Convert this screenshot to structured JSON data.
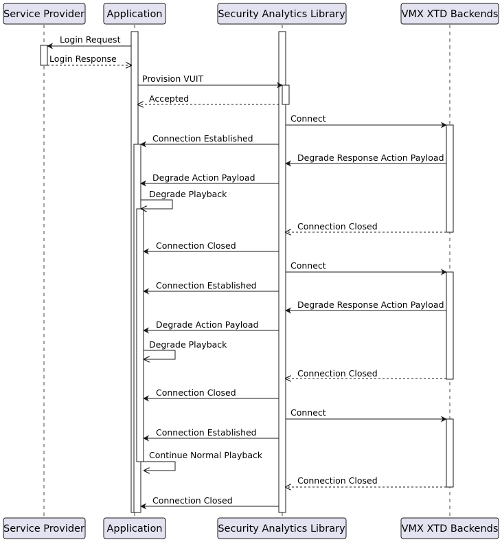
{
  "participants": [
    {
      "id": "sp",
      "label": "Service Provider"
    },
    {
      "id": "app",
      "label": "Application"
    },
    {
      "id": "sal",
      "label": "Security Analytics Library"
    },
    {
      "id": "vmx",
      "label": "VMX XTD Backends"
    }
  ],
  "messages": [
    {
      "from": "app",
      "to": "sp",
      "label": "Login Request",
      "style": "solid"
    },
    {
      "from": "sp",
      "to": "app",
      "label": "Login Response",
      "style": "dashed"
    },
    {
      "from": "app",
      "to": "sal",
      "label": "Provision VUIT",
      "style": "solid"
    },
    {
      "from": "sal",
      "to": "app",
      "label": "Accepted",
      "style": "dashed"
    },
    {
      "from": "sal",
      "to": "vmx",
      "label": "Connect",
      "style": "solid"
    },
    {
      "from": "sal",
      "to": "app",
      "label": "Connection Established",
      "style": "solid"
    },
    {
      "from": "vmx",
      "to": "sal",
      "label": "Degrade Response Action Payload",
      "style": "solid"
    },
    {
      "from": "sal",
      "to": "app",
      "label": "Degrade Action Payload",
      "style": "solid"
    },
    {
      "from": "app",
      "to": "app",
      "label": "Degrade Playback",
      "style": "self"
    },
    {
      "from": "vmx",
      "to": "sal",
      "label": "Connection Closed",
      "style": "dashed"
    },
    {
      "from": "sal",
      "to": "app",
      "label": "Connection Closed",
      "style": "solid"
    },
    {
      "from": "sal",
      "to": "vmx",
      "label": "Connect",
      "style": "solid"
    },
    {
      "from": "sal",
      "to": "app",
      "label": "Connection Established",
      "style": "solid"
    },
    {
      "from": "vmx",
      "to": "sal",
      "label": "Degrade Response Action Payload",
      "style": "solid"
    },
    {
      "from": "sal",
      "to": "app",
      "label": "Degrade Action Payload",
      "style": "solid"
    },
    {
      "from": "app",
      "to": "app",
      "label": "Degrade Playback",
      "style": "self"
    },
    {
      "from": "vmx",
      "to": "sal",
      "label": "Connection Closed",
      "style": "dashed"
    },
    {
      "from": "sal",
      "to": "app",
      "label": "Connection Closed",
      "style": "solid"
    },
    {
      "from": "sal",
      "to": "vmx",
      "label": "Connect",
      "style": "solid"
    },
    {
      "from": "sal",
      "to": "app",
      "label": "Connection Established",
      "style": "solid"
    },
    {
      "from": "app",
      "to": "app",
      "label": "Continue Normal Playback",
      "style": "self"
    },
    {
      "from": "vmx",
      "to": "sal",
      "label": "Connection Closed",
      "style": "dashed"
    },
    {
      "from": "sal",
      "to": "app",
      "label": "Connection Closed",
      "style": "solid"
    }
  ]
}
